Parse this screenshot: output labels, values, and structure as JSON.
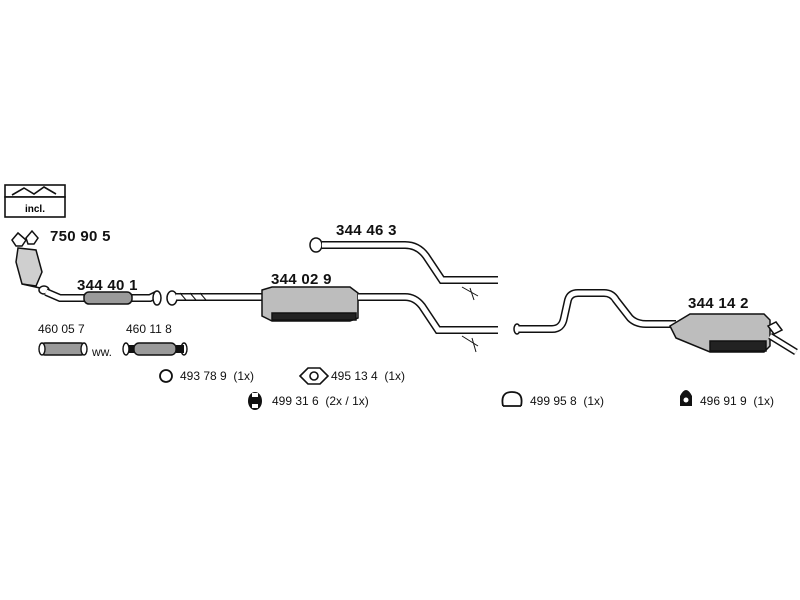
{
  "kit": {
    "badge_text": "incl."
  },
  "parts": {
    "catalytic_converter": "750 90 5",
    "front_pipe": "344 40 1",
    "middle_silencer": "344 02 9",
    "intermediate_pipe": "344 46 3",
    "rear_silencer": "344 14 2"
  },
  "alternatives": {
    "connector_a": "460 05 7",
    "connector_b": "460 11 8",
    "separator": "ww."
  },
  "hardware": [
    {
      "code": "493 78 9",
      "qty": "(1x)",
      "icon": "ring-icon"
    },
    {
      "code": "495 13 4",
      "qty": "(1x)",
      "icon": "gasket-icon"
    },
    {
      "code": "499 31 6",
      "qty": "(2x / 1x)",
      "icon": "rubber-mount-icon"
    },
    {
      "code": "499 95 8",
      "qty": "(1x)",
      "icon": "hanger-loop-icon"
    },
    {
      "code": "496 91 9",
      "qty": "(1x)",
      "icon": "rubber-hanger-icon"
    }
  ]
}
